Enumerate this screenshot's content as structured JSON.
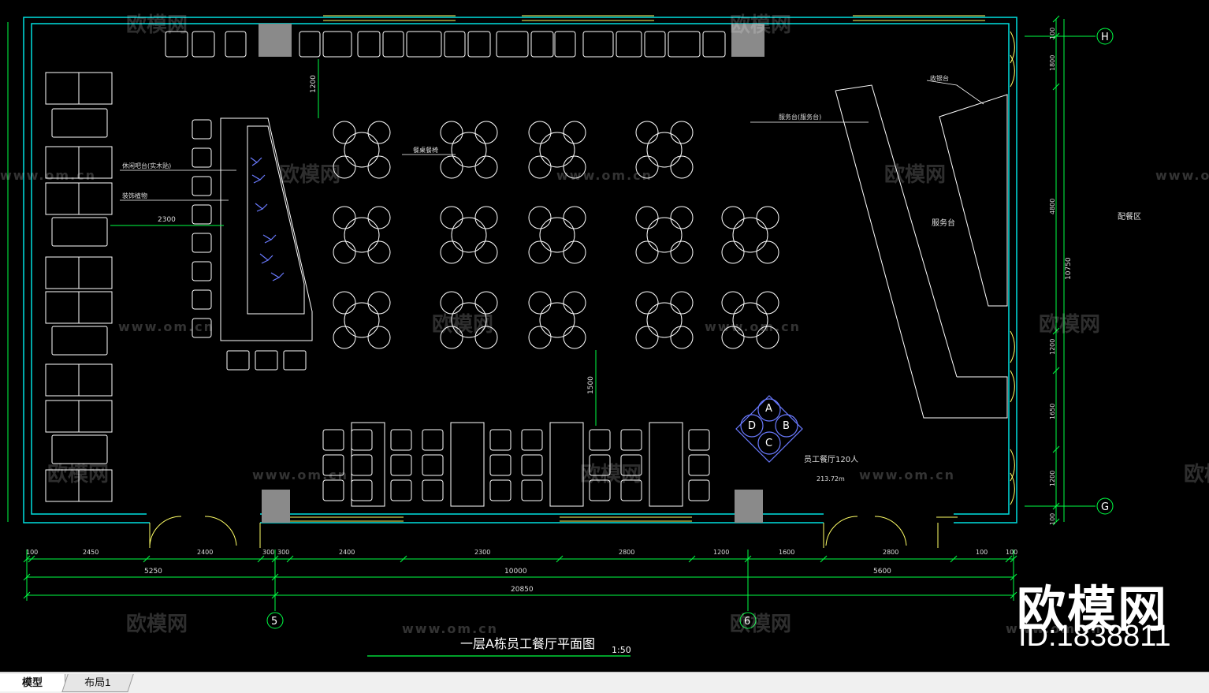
{
  "drawing": {
    "title": "一层A栋员工餐厅平面图",
    "scale": "1:50",
    "area_label": "员工餐厅120人",
    "area_value": "213.72m",
    "service_counter": "服务台",
    "serving_zone": "配餐区",
    "note_cashier": "收银台",
    "note_counter2": "服务台(服务台)",
    "note_left1": "休闲吧台(实木贴)",
    "note_left2": "装饰植物",
    "note_mid": "餐桌餐椅",
    "compass": [
      "A",
      "B",
      "C",
      "D"
    ],
    "grid_labels": [
      "H",
      "G",
      "5",
      "6"
    ],
    "dims_top_row": [
      "100",
      "2450",
      "2400",
      "300",
      "300",
      "2400",
      "2300",
      "2800",
      "1200",
      "1600",
      "2800",
      "100",
      "100"
    ],
    "dims_mid_row": [
      "5250",
      "10000",
      "5600"
    ],
    "dims_total": "20850",
    "dims_right": [
      "100",
      "1800",
      "4800",
      "1200",
      "1650",
      "1200",
      "100"
    ],
    "dims_right_total": "10750",
    "dim_inner1": "1200",
    "dim_inner2": "1500",
    "dim_left": "2300"
  },
  "watermark": {
    "brand": "欧模网",
    "url": "www.om.cn",
    "big": "欧模网",
    "id": "ID:1838811"
  },
  "tabs": {
    "model": "模型",
    "layout1": "布局1"
  },
  "colors": {
    "wall": "#00e0e0",
    "dim": "#00ff44",
    "furniture": "#ffffff",
    "window": "#ffff66",
    "column": "#8a8a8a"
  }
}
